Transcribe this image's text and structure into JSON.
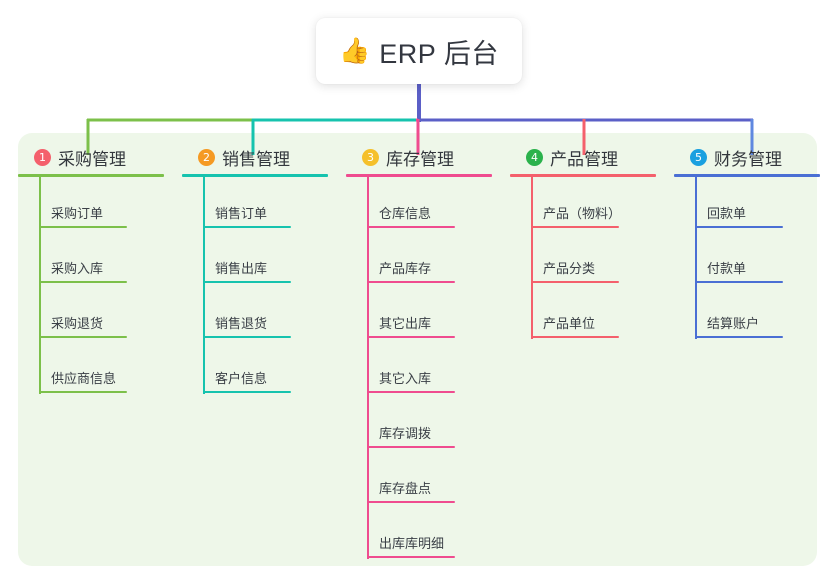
{
  "root": {
    "icon": "thumbs-up-icon",
    "icon_glyph": "👍",
    "title": "ERP 后台"
  },
  "colors": {
    "panel_bg": "#eef7e9",
    "card_bg": "#ffffff",
    "text": "#33373d",
    "bus_green": "#7cc04a",
    "bus_teal": "#16c3ae",
    "bus_pink": "#ef4c8f",
    "bus_purple": "#5b5fc7",
    "stem_red": "#f4606c",
    "stem_blue": "#5f88e0",
    "col1": "#7cc04a",
    "col2": "#16c3ae",
    "col3": "#ef4c8f",
    "col4": "#f4606c",
    "col5": "#4a6fd4",
    "badge1": "#f4606c",
    "badge2": "#f59a23",
    "badge3": "#f5c02b",
    "badge4": "#2bb24c",
    "badge5": "#1aa0e0"
  },
  "columns": [
    {
      "index": "1",
      "title": "采购管理",
      "badge_color": "#f4606c",
      "line_color": "#7cc04a",
      "items": [
        {
          "label": "采购订单"
        },
        {
          "label": "采购入库"
        },
        {
          "label": "采购退货"
        },
        {
          "label": "供应商信息"
        }
      ]
    },
    {
      "index": "2",
      "title": "销售管理",
      "badge_color": "#f59a23",
      "line_color": "#16c3ae",
      "items": [
        {
          "label": "销售订单"
        },
        {
          "label": "销售出库"
        },
        {
          "label": "销售退货"
        },
        {
          "label": "客户信息"
        }
      ]
    },
    {
      "index": "3",
      "title": "库存管理",
      "badge_color": "#f5c02b",
      "line_color": "#ef4c8f",
      "items": [
        {
          "label": "仓库信息"
        },
        {
          "label": "产品库存"
        },
        {
          "label": "其它出库"
        },
        {
          "label": "其它入库"
        },
        {
          "label": "库存调拨"
        },
        {
          "label": "库存盘点"
        },
        {
          "label": "出库库明细"
        }
      ]
    },
    {
      "index": "4",
      "title": "产品管理",
      "badge_color": "#2bb24c",
      "line_color": "#f4606c",
      "items": [
        {
          "label": "产品（物料）"
        },
        {
          "label": "产品分类"
        },
        {
          "label": "产品单位"
        }
      ]
    },
    {
      "index": "5",
      "title": "财务管理",
      "badge_color": "#1aa0e0",
      "line_color": "#4a6fd4",
      "items": [
        {
          "label": "回款单"
        },
        {
          "label": "付款单"
        },
        {
          "label": "结算账户"
        }
      ]
    }
  ]
}
